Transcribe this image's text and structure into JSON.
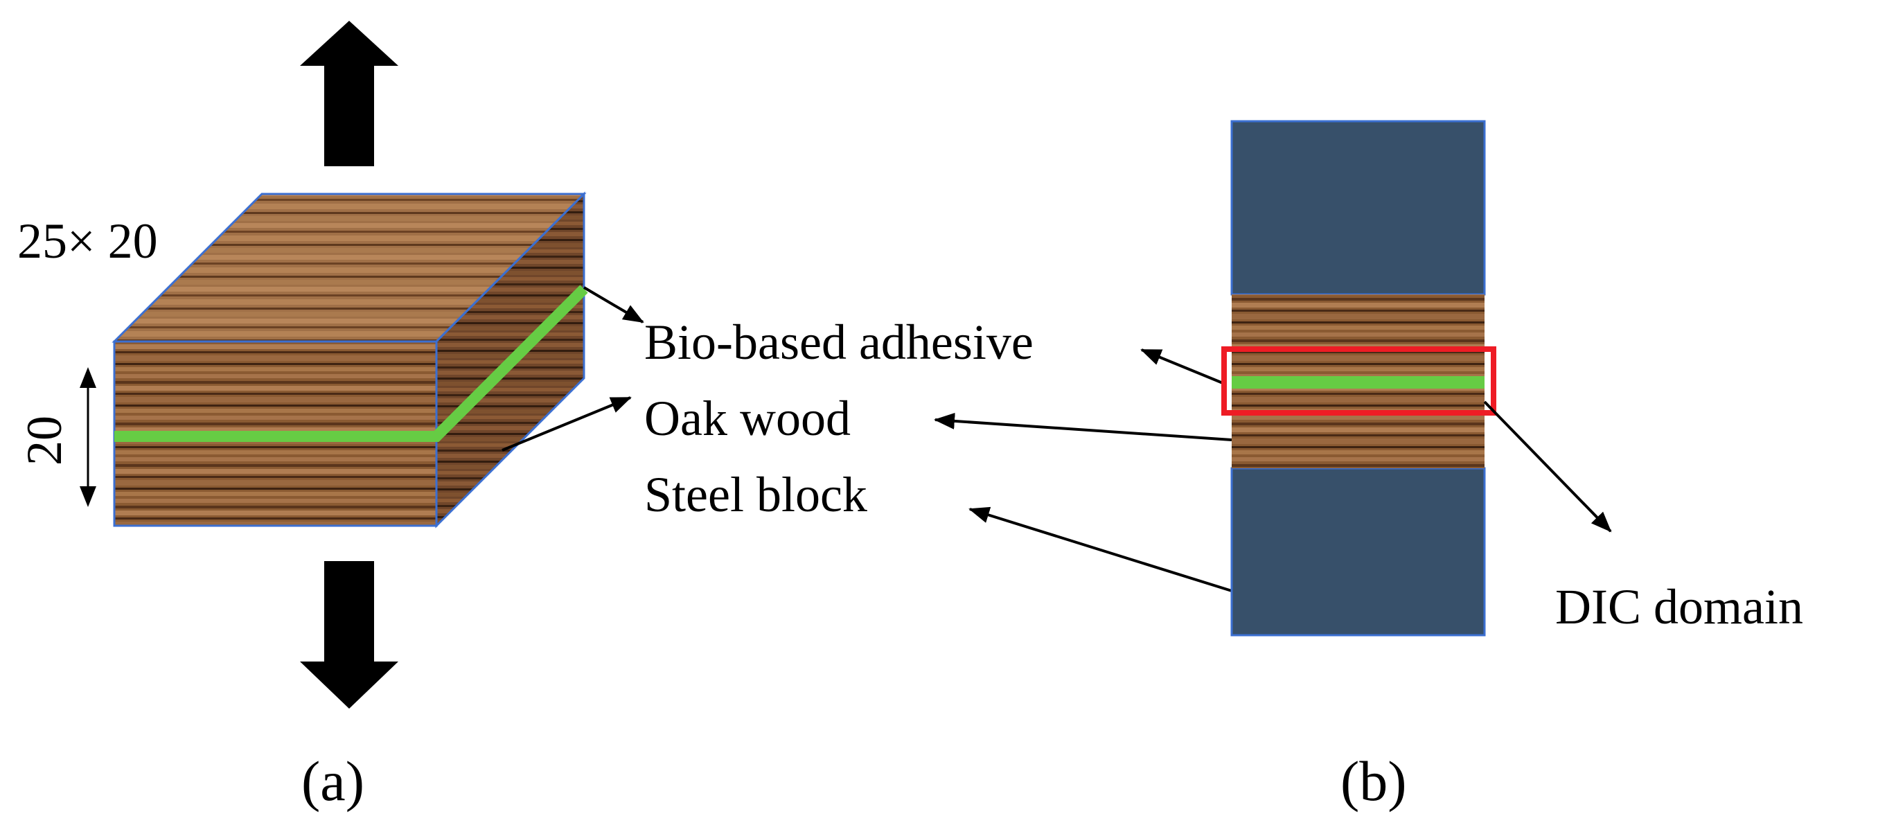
{
  "panel_a": {
    "dimension_top": "25× 20",
    "dimension_side": "20",
    "caption": "(a)"
  },
  "labels": {
    "adhesive": "Bio-based adhesive",
    "oak": "Oak wood",
    "steel": "Steel block"
  },
  "panel_b": {
    "dic_label": "DIC domain",
    "caption": "(b)"
  },
  "colors": {
    "adhesive_green": "#66cc44",
    "steel_blue": "#37506a",
    "dic_red": "#ee1c25",
    "edge_blue": "#3b6fd1",
    "arrow": "#000000"
  }
}
